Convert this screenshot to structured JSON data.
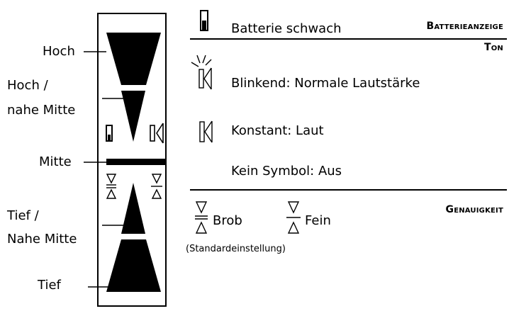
{
  "display": {
    "labels": {
      "hoch": "Hoch",
      "hoch_nahe_line1": "Hoch /",
      "hoch_nahe_line2": "nahe Mitte",
      "mitte": "Mitte",
      "tief_nahe_line1": "Tief /",
      "tief_nahe_line2": "Nahe Mitte",
      "tief": "Tief"
    }
  },
  "battery": {
    "heading": "Batterieanzeige",
    "text": "Batterie schwach",
    "icon": "battery-low-icon"
  },
  "sound": {
    "heading": "Ton",
    "blinking": "Blinkend: Normale Lautstärke",
    "constant": "Konstant: Laut",
    "none": "Kein Symbol: Aus",
    "icon": "speaker-icon"
  },
  "accuracy": {
    "heading": "Genauigkeit",
    "coarse": "Brob",
    "default_note": "(Standardeinstellung)",
    "fine": "Fein",
    "icon": "accuracy-icon"
  }
}
